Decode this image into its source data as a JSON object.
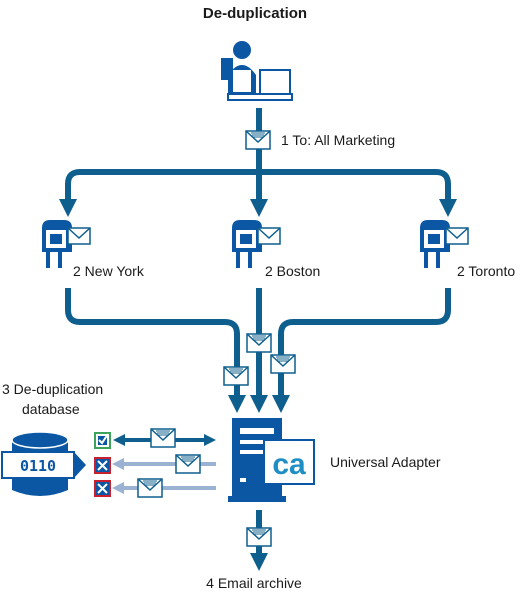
{
  "title": "De-duplication",
  "nodes": {
    "sender_message": "1 To: All Marketing",
    "mailbox_new_york": "2 New York",
    "mailbox_boston": "2 Boston",
    "mailbox_toronto": "2 Toronto",
    "dedup_db_line1": "3 De-duplication",
    "dedup_db_line2": "database",
    "db_bits": "0110",
    "adapter": "Universal Adapter",
    "adapter_logo": "ca",
    "archive": "4 Email archive"
  },
  "colors": {
    "flow": "#0f5f8e",
    "flow_light": "#9bb3d3",
    "person": "#0b57a4",
    "server": "#0b57a4",
    "check_green": "#3ba35b",
    "reject_red": "#c8202f",
    "logo": "#1f8ec4"
  },
  "icons": [
    "person-at-computer-icon",
    "envelope-icon",
    "mailbox-icon",
    "database-icon",
    "server-icon",
    "ca-logo-icon",
    "checkbox-checked-icon",
    "checkbox-rejected-icon"
  ]
}
